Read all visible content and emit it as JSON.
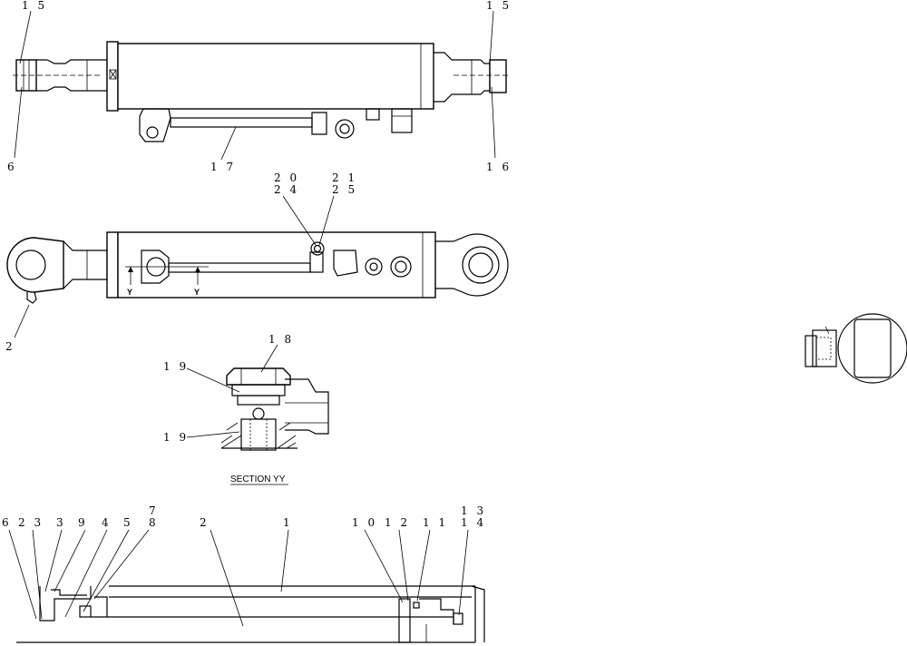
{
  "callouts": {
    "top_left_15": "1 5",
    "top_right_15": "1 5",
    "top_6": "6",
    "top_17": "1 7",
    "top_16": "1 6",
    "mid_20": "2 0",
    "mid_24": "2 4",
    "mid_21": "2 1",
    "mid_25": "2 5",
    "mid_2": "2",
    "mid_y1": "Y",
    "mid_y2": "Y",
    "sec_18": "1 8",
    "sec_19a": "1 9",
    "sec_19b": "1 9",
    "b_6": "6",
    "b_23": "2 3",
    "b_3": "3",
    "b_9": "9",
    "b_4": "4",
    "b_5": "5",
    "b_7": "7",
    "b_8": "8",
    "b_2": "2",
    "b_1": "1",
    "b_10": "1 0",
    "b_12": "1 2",
    "b_11": "1 1",
    "b_13": "1 3",
    "b_14": "1 4"
  },
  "section_title": "SECTION YY"
}
